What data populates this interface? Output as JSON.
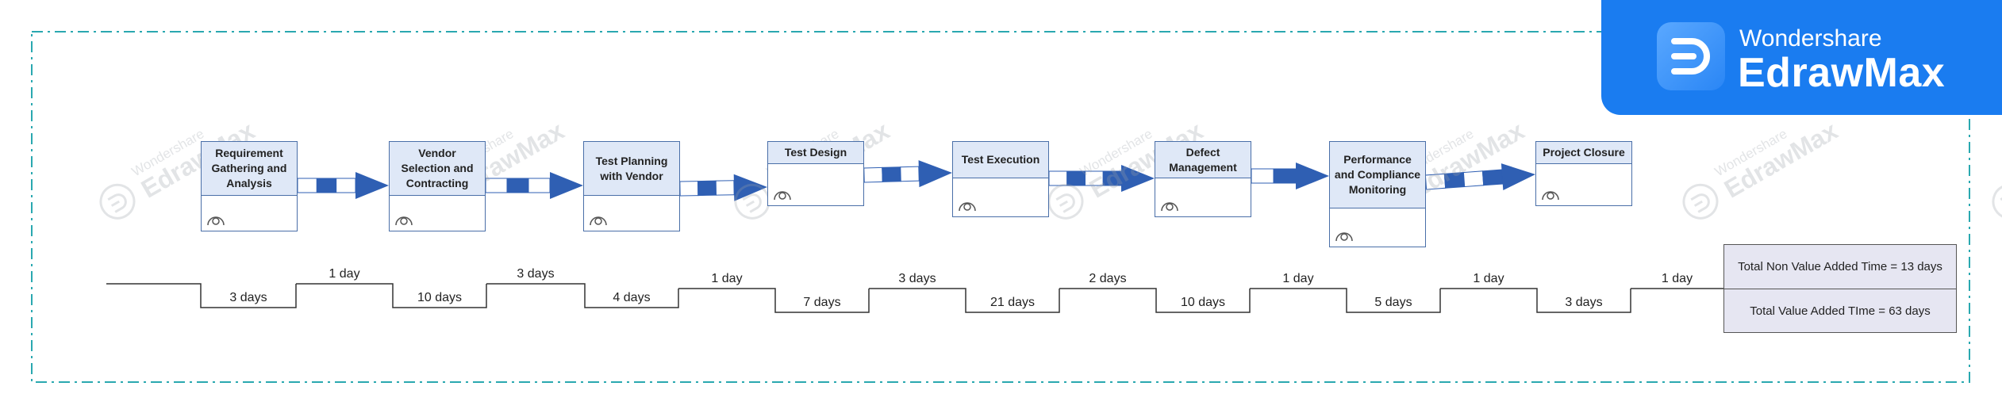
{
  "brand": {
    "sub": "Wondershare",
    "main": "EdrawMax"
  },
  "steps": [
    {
      "name": "Requirement Gathering and Analysis"
    },
    {
      "name": "Vendor Selection and Contracting"
    },
    {
      "name": "Test Planning with Vendor"
    },
    {
      "name": "Test Design"
    },
    {
      "name": "Test Execution"
    },
    {
      "name": "Defect Management"
    },
    {
      "name": "Performance and Compliance Monitoring"
    },
    {
      "name": "Project Closure"
    }
  ],
  "timeline": {
    "lower": [
      "3 days",
      "10 days",
      "4 days",
      "7 days",
      "21 days",
      "10 days",
      "5 days",
      "3 days"
    ],
    "upper": [
      "1 day",
      "3 days",
      "1 day",
      "3 days",
      "2 days",
      "1 day",
      "1 day",
      "1 day"
    ]
  },
  "summary": {
    "non_value_added": "Total Non Value Added Time =  13 days",
    "value_added": "Total Value Added TIme = 63 days"
  },
  "colors": {
    "box_border": "#4a6fa8",
    "box_header": "#dfe8f7",
    "arrow": "#2f5fb3",
    "frame": "#2aa8b0",
    "brand": "#1a7cf0"
  },
  "watermark": {
    "sub": "Wondershare",
    "main": "EdrawMax"
  }
}
